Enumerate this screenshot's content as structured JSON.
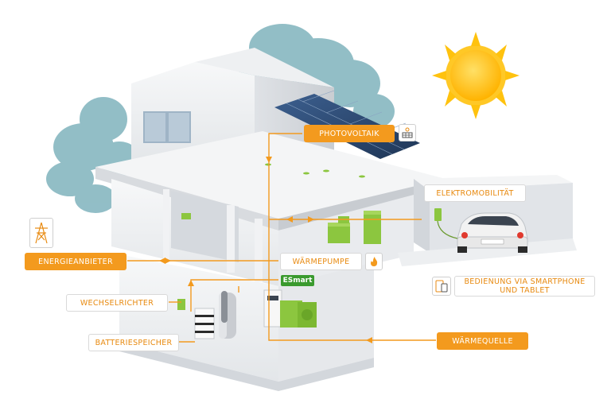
{
  "labels": {
    "photovoltaik": "PHOTOVOLTAIK",
    "elektromobilitaet": "ELEKTROMOBILITÄT",
    "energieanbieter": "ENERGIEANBIETER",
    "waermepumpe": "WÄRMEPUMPE",
    "bedienung_line1": "BEDIENUNG VIA SMARTPHONE",
    "bedienung_line2": "UND TABLET",
    "wechselrichter": "WECHSELRICHTER",
    "batteriespeicher": "BATTERIESPEICHER",
    "waermequelle": "WÄRMEQUELLE"
  },
  "logo_text": "ESmart",
  "icons": {
    "photovoltaik": "solar-panel-icon",
    "energieanbieter": "power-pylon-icon",
    "waermepumpe": "flame-icon",
    "bedienung": "smartphone-tablet-icon"
  },
  "colors": {
    "accent_orange": "#f39a1e",
    "label_text_orange": "#e88a10",
    "device_green": "#8cc63f",
    "sun_yellow": "#ffc20e",
    "tree_teal": "#7fb3bd",
    "panel_blue": "#2f4f7a"
  }
}
